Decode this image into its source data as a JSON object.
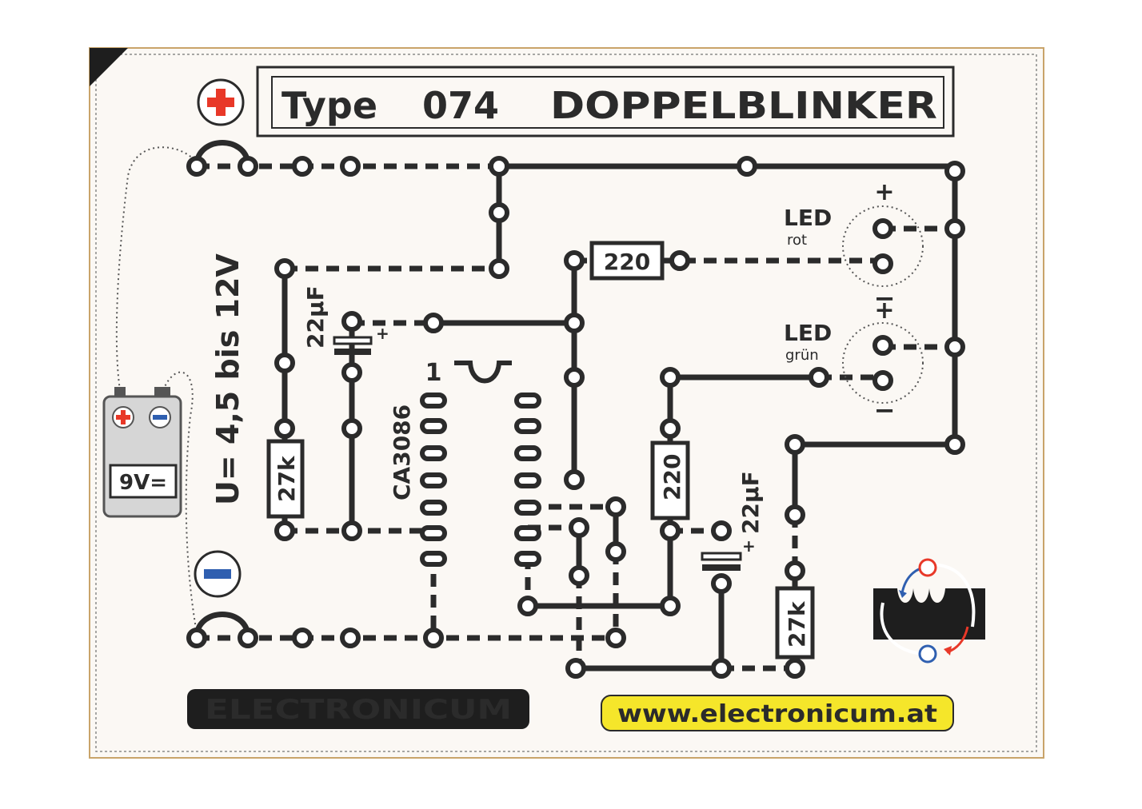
{
  "title": {
    "type": "Type",
    "number": "074",
    "name": "DOPPELBLINKER"
  },
  "terminals": {
    "plus": "+",
    "minus": "−"
  },
  "battery": {
    "label": "9V=",
    "plus": "+",
    "minus": "−"
  },
  "voltage_text": "U= 4,5 bis 12V",
  "ic": {
    "name": "CA3086",
    "pin1": "1"
  },
  "resistors": {
    "r_top": "220",
    "r_right": "220",
    "r_left": "27k",
    "r_bottom": "27k"
  },
  "capacitors": {
    "c_left": "22µF",
    "c_right": "22µF",
    "plus_mark": "+"
  },
  "leds": {
    "red": {
      "label": "LED",
      "color": "rot",
      "plus": "+",
      "minus": "−"
    },
    "green": {
      "label": "LED",
      "color": "grün",
      "plus": "+",
      "minus": "−"
    }
  },
  "brand": "ELECTRONICUM",
  "url": "www.electronicum.at",
  "colors": {
    "card": "#fbf8f4",
    "ink": "#2b2b2b",
    "red": "#e83828",
    "blue": "#2f5fb0",
    "brand_bg": "#1e1e1e",
    "brand_fg": "#f5d800",
    "url_bg": "#f5e62a"
  }
}
